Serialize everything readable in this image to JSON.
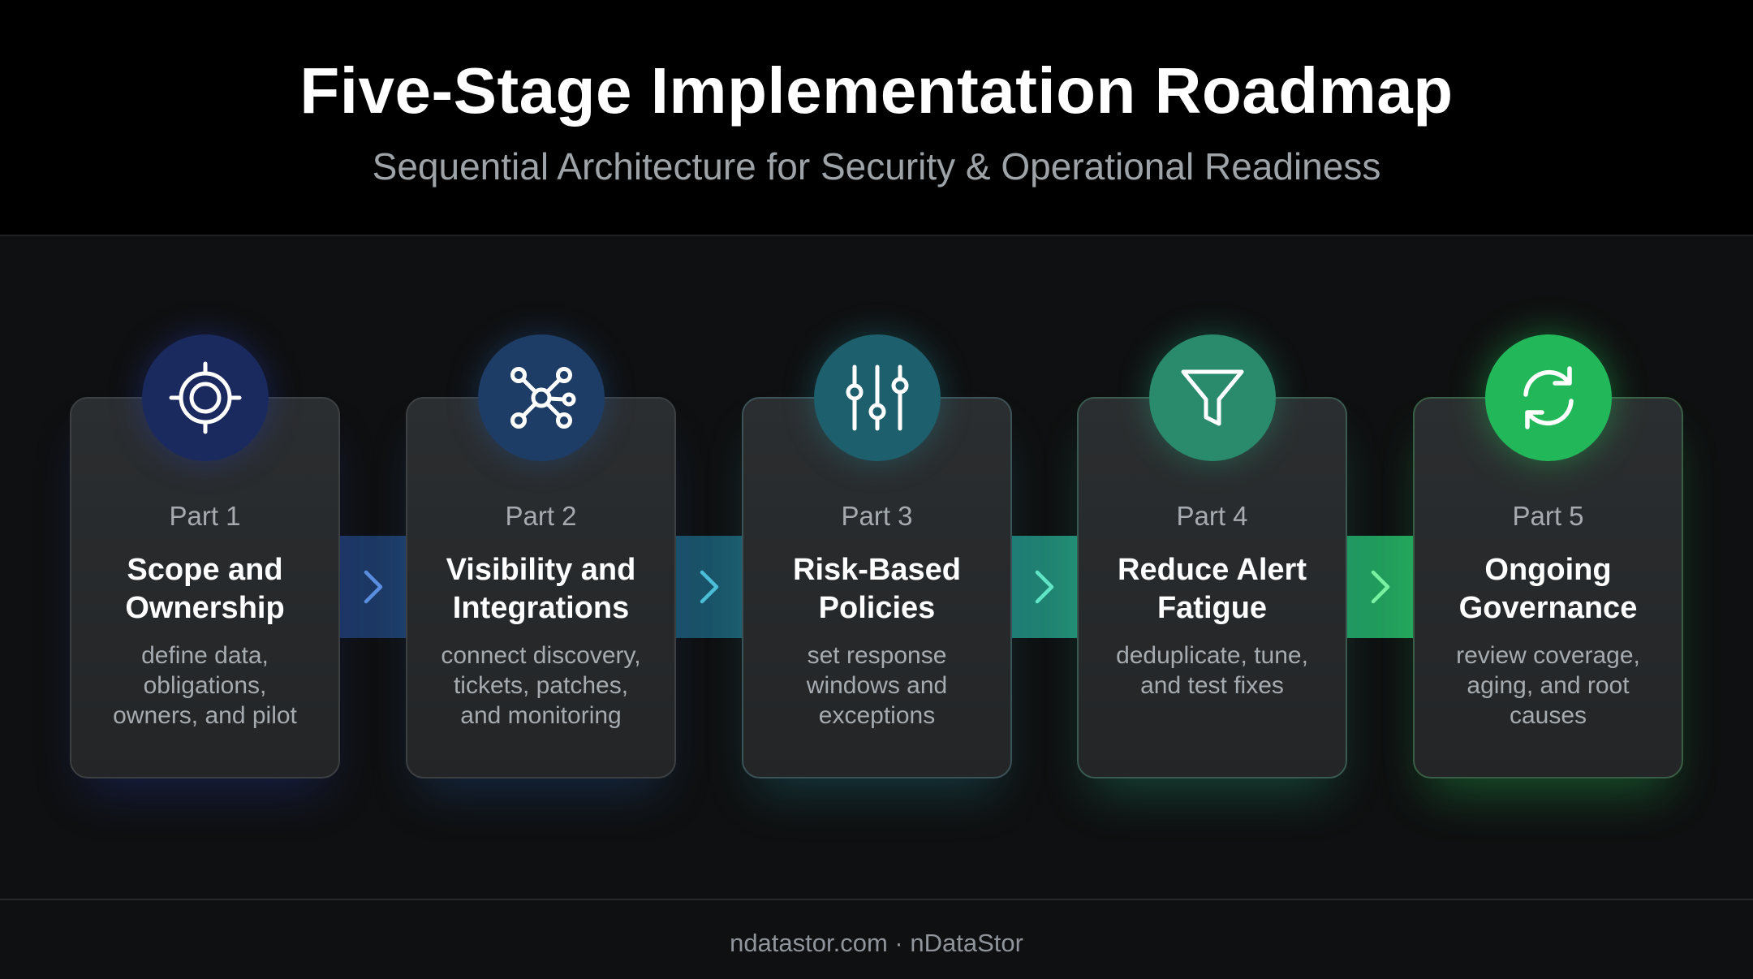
{
  "header": {
    "title": "Five-Stage Implementation Roadmap",
    "subtitle": "Sequential Architecture for Security & Operational Readiness"
  },
  "stages": [
    {
      "part": "Part 1",
      "name_line1": "Scope and",
      "name_line2": "Ownership",
      "desc_line1": "define data,",
      "desc_line2": "obligations,",
      "desc_line3": "owners, and pilot",
      "icon": "target-icon",
      "color": "#1b2a5e"
    },
    {
      "part": "Part 2",
      "name_line1": "Visibility and",
      "name_line2": "Integrations",
      "desc_line1": "connect discovery,",
      "desc_line2": "tickets, patches,",
      "desc_line3": "and monitoring",
      "icon": "network-nodes-icon",
      "color": "#1d3d66"
    },
    {
      "part": "Part 3",
      "name_line1": "Risk-Based",
      "name_line2": "Policies",
      "desc_line1": "set response",
      "desc_line2": "windows and",
      "desc_line3": "exceptions",
      "icon": "sliders-icon",
      "color": "#1d5f6c"
    },
    {
      "part": "Part 4",
      "name_line1": "Reduce Alert",
      "name_line2": "Fatigue",
      "desc_line1": "deduplicate, tune,",
      "desc_line2": "and test fixes",
      "desc_line3": "",
      "icon": "filter-funnel-icon",
      "color": "#2a8a6c"
    },
    {
      "part": "Part 5",
      "name_line1": "Ongoing",
      "name_line2": "Governance",
      "desc_line1": "review coverage,",
      "desc_line2": "aging, and root",
      "desc_line3": "causes",
      "icon": "refresh-cycle-icon",
      "color": "#22b85a"
    }
  ],
  "footer": {
    "text": "ndatastor.com · nDataStor"
  }
}
